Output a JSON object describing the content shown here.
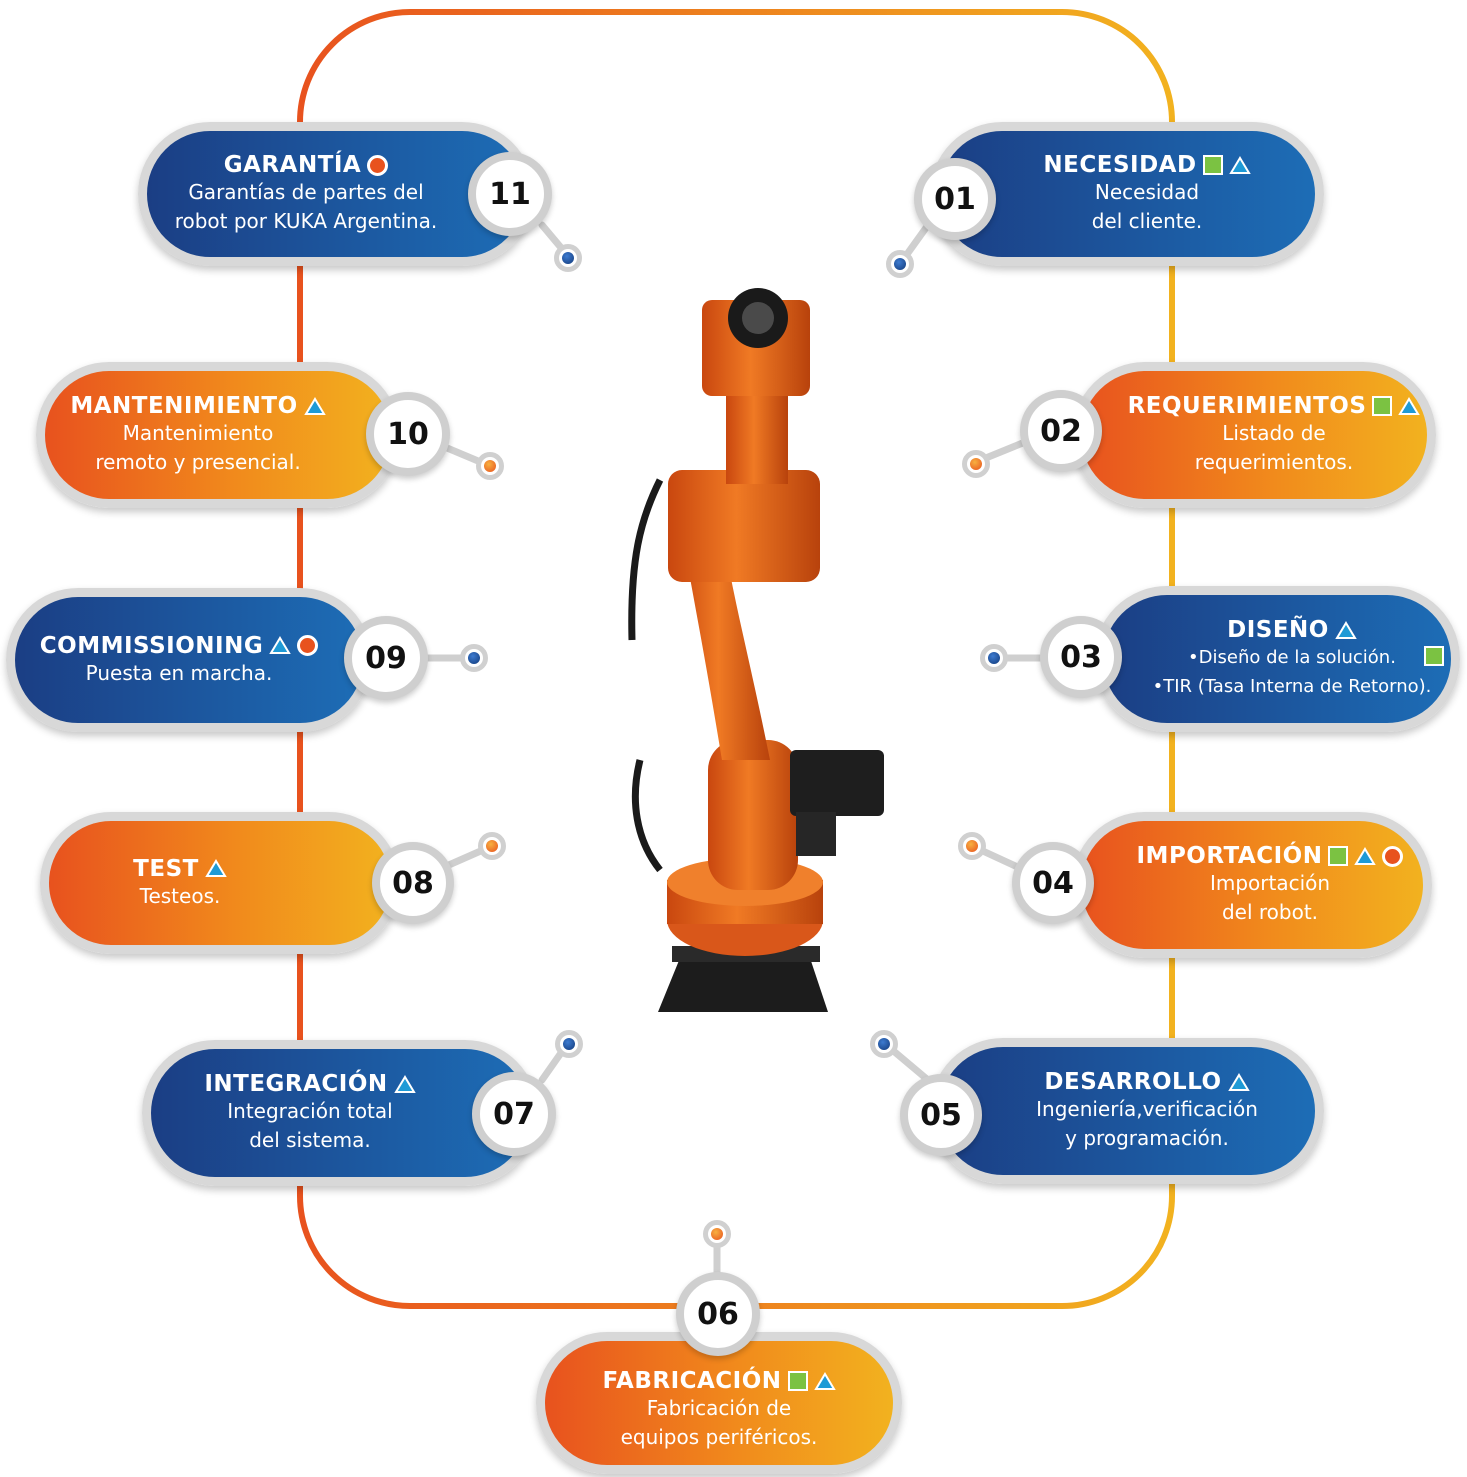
{
  "steps": [
    {
      "number": "01",
      "title": "NECESIDAD",
      "icons": [
        "square-icon",
        "triangle-icon"
      ],
      "description": "Necesidad\ndel cliente.",
      "color": "blue"
    },
    {
      "number": "02",
      "title": "REQUERIMIENTOS",
      "icons": [
        "square-icon",
        "triangle-icon"
      ],
      "description": "Listado de\nrequerimientos.",
      "color": "orange"
    },
    {
      "number": "03",
      "title": "DISEÑO",
      "icons": [
        "triangle-icon"
      ],
      "description": "•Diseño de la solución.\n•TIR (Tasa Interna de Retorno).",
      "color": "blue"
    },
    {
      "number": "04",
      "title": "IMPORTACIÓN",
      "icons": [
        "square-icon",
        "triangle-icon",
        "circle-icon"
      ],
      "description": "Importación\ndel robot.",
      "color": "orange"
    },
    {
      "number": "05",
      "title": "DESARROLLO",
      "icons": [
        "triangle-icon"
      ],
      "description": "Ingeniería,verificación\ny programación.",
      "color": "blue"
    },
    {
      "number": "06",
      "title": "FABRICACIÓN",
      "icons": [
        "square-icon",
        "triangle-icon"
      ],
      "description": "Fabricación de\nequipos periféricos.",
      "color": "orange"
    },
    {
      "number": "07",
      "title": "INTEGRACIÓN",
      "icons": [
        "triangle-icon"
      ],
      "description": "Integración total\ndel sistema.",
      "color": "blue"
    },
    {
      "number": "08",
      "title": "TEST",
      "icons": [
        "triangle-icon"
      ],
      "description": "Testeos.",
      "color": "orange"
    },
    {
      "number": "09",
      "title": "COMMISSIONING",
      "icons": [
        "triangle-icon",
        "circle-icon"
      ],
      "description": "Puesta en marcha.",
      "color": "blue"
    },
    {
      "number": "10",
      "title": "MANTENIMIENTO",
      "icons": [
        "triangle-icon"
      ],
      "description": "Mantenimiento\nremoto y presencial.",
      "color": "orange"
    },
    {
      "number": "11",
      "title": "GARANTÍA",
      "icons": [
        "circle-icon"
      ],
      "description": "Garantías de partes del\nrobot por KUKA Argentina.",
      "color": "blue"
    }
  ],
  "colors": {
    "blue_start": "#1b3e84",
    "blue_end": "#1d6db6",
    "orange_start": "#e8521e",
    "orange_end": "#f2b21f",
    "square_icon": "#7bc242",
    "triangle_icon": "#1e9ad6",
    "circle_icon": "#e8521e",
    "badge_border": "#cfcfcf"
  }
}
